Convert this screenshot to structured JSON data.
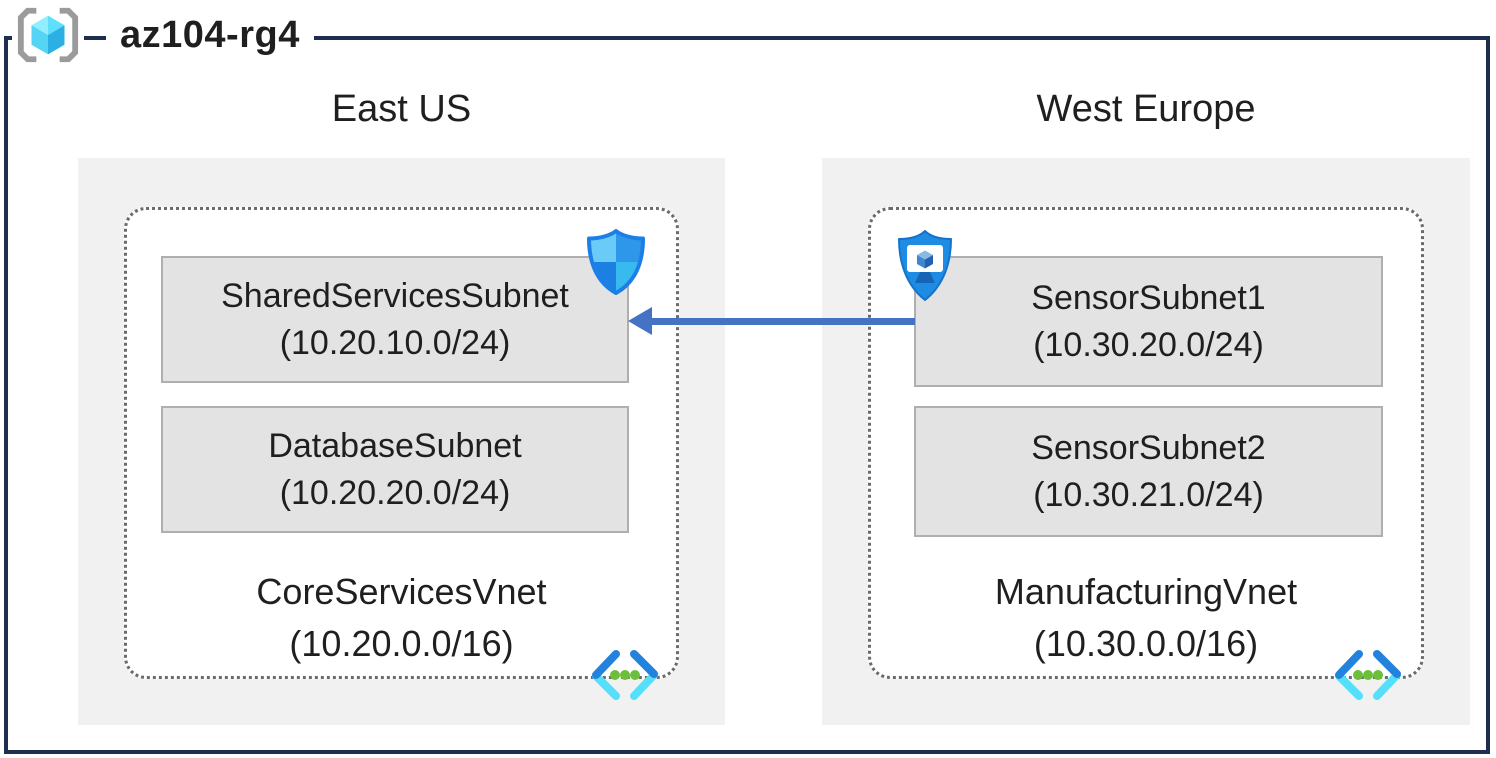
{
  "resource_group": {
    "label": "az104-rg4",
    "icon": "resource-group-icon"
  },
  "regions": [
    {
      "name": "East US",
      "vnet": {
        "name": "CoreServicesVnet",
        "cidr": "(10.20.0.0/16)",
        "icon": "virtual-network-icon"
      },
      "subnets": [
        {
          "name": "SharedServicesSubnet",
          "cidr": "(10.20.10.0/24)",
          "badge": "defender-shield-icon"
        },
        {
          "name": "DatabaseSubnet",
          "cidr": "(10.20.20.0/24)",
          "badge": null
        }
      ]
    },
    {
      "name": "West Europe",
      "vnet": {
        "name": "ManufacturingVnet",
        "cidr": "(10.30.0.0/16)",
        "icon": "virtual-network-icon"
      },
      "subnets": [
        {
          "name": "SensorSubnet1",
          "cidr": "(10.30.20.0/24)",
          "badge": "monitor-shield-icon"
        },
        {
          "name": "SensorSubnet2",
          "cidr": "(10.30.21.0/24)",
          "badge": null
        }
      ]
    }
  ],
  "connection": {
    "type": "arrow",
    "from": "SensorSubnet1",
    "to": "SharedServicesSubnet",
    "direction": "right-to-left",
    "color": "#4472C4"
  },
  "colors": {
    "frame": "#1F2E4E",
    "region_background": "#F1F1F1",
    "vnet_fill": "#FFFFFF",
    "vnet_dotted_border": "#6B6B6B",
    "subnet_fill": "#E3E3E3",
    "subnet_border": "#AFAFAF",
    "arrow": "#4472C4",
    "azure_blue": "#1E8CE3",
    "cyan_accent": "#55DFFB",
    "green_dots": "#6CBE3B",
    "bracket_gray": "#9B9B9B"
  }
}
